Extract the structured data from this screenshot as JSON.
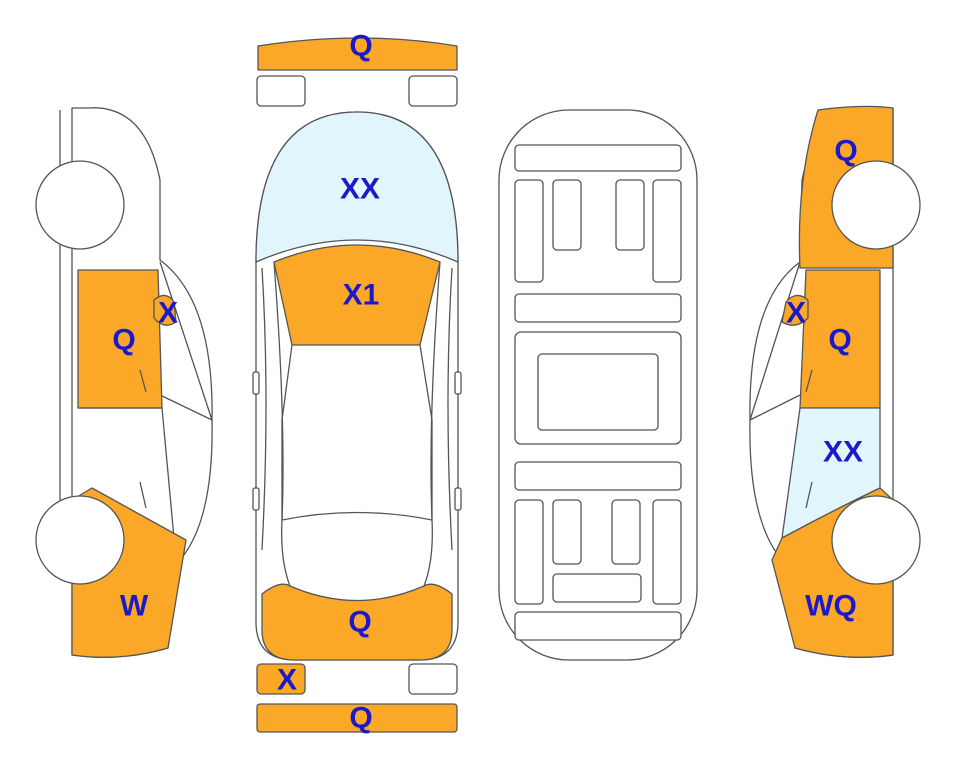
{
  "colors": {
    "damage_fill": "#FBA829",
    "glass_fill": "#E0F6FC",
    "label_color": "#1A1ACB",
    "outline": "#555555",
    "background": "#FFFFFF"
  },
  "labels": {
    "front_bumper": "Q",
    "windshield": "XX",
    "hood": "X1",
    "trunk": "Q",
    "rear_bumper_left": "X",
    "rear_bumper": "Q",
    "left_mirror": "X",
    "left_front_door": "Q",
    "left_rear_quarter": "W",
    "right_front_fender": "Q",
    "right_mirror": "X",
    "right_front_door": "Q",
    "right_rear_door": "XX",
    "right_rear_quarter": "WQ"
  }
}
